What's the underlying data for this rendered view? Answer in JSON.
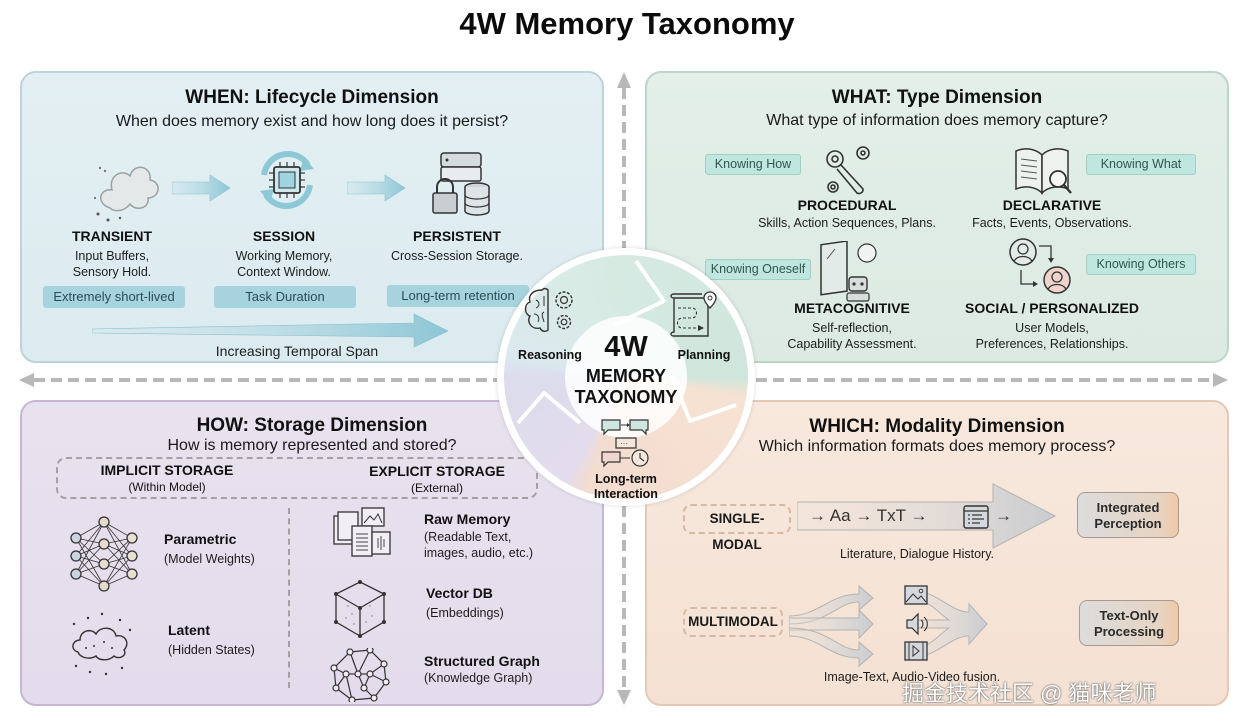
{
  "title": "4W Memory Taxonomy",
  "when": {
    "title": "WHEN: Lifecycle Dimension",
    "subtitle": "When does memory exist and how long does it persist?",
    "stages": [
      {
        "name": "TRANSIENT",
        "desc1": "Input Buffers,",
        "desc2": "Sensory Hold.",
        "tag": "Extremely short-lived",
        "icon": "smoke-cloud-icon"
      },
      {
        "name": "SESSION",
        "desc1": "Working Memory,",
        "desc2": "Context Window.",
        "tag": "Task Duration",
        "icon": "cpu-cycle-icon"
      },
      {
        "name": "PERSISTENT",
        "desc1": "Cross-Session Storage.",
        "desc2": "",
        "tag": "Long-term retention",
        "icon": "server-lock-database-icon"
      }
    ],
    "span_label": "Increasing Temporal Span"
  },
  "what": {
    "title": "WHAT: Type Dimension",
    "subtitle": "What type of information does memory capture?",
    "types": [
      {
        "name": "PROCEDURAL",
        "desc1": "Skills, Action Sequences, Plans.",
        "desc2": "",
        "tag": "Knowing How",
        "icon": "wrench-gears-icon"
      },
      {
        "name": "DECLARATIVE",
        "desc1": "Facts, Events, Observations.",
        "desc2": "",
        "tag": "Knowing What",
        "icon": "book-magnifier-icon"
      },
      {
        "name": "METACOGNITIVE",
        "desc1": "Self-reflection,",
        "desc2": "Capability Assessment.",
        "tag": "Knowing Oneself",
        "icon": "robot-mirror-icon"
      },
      {
        "name": "SOCIAL / PERSONALIZED",
        "desc1": "User Models,",
        "desc2": "Preferences, Relationships.",
        "tag": "Knowing Others",
        "icon": "people-exchange-icon"
      }
    ]
  },
  "how": {
    "title": "HOW: Storage Dimension",
    "subtitle": "How is memory represented and stored?",
    "implicit": {
      "title": "IMPLICIT STORAGE",
      "sub": "(Within Model)"
    },
    "explicit": {
      "title": "EXPLICIT STORAGE",
      "sub": "(External)"
    },
    "implicit_items": [
      {
        "name": "Parametric",
        "desc": "(Model Weights)",
        "icon": "neural-network-icon"
      },
      {
        "name": "Latent",
        "desc": "(Hidden States)",
        "icon": "latent-cloud-icon"
      }
    ],
    "explicit_items": [
      {
        "name": "Raw Memory",
        "desc1": "(Readable Text,",
        "desc2": "images, audio, etc.)",
        "icon": "documents-media-icon"
      },
      {
        "name": "Vector DB",
        "desc1": "(Embeddings)",
        "desc2": "",
        "icon": "vector-cube-icon"
      },
      {
        "name": "Structured Graph",
        "desc1": "(Knowledge Graph)",
        "desc2": "",
        "icon": "knowledge-graph-icon"
      }
    ]
  },
  "which": {
    "title": "WHICH: Modality Dimension",
    "subtitle": "Which information formats does memory process?",
    "single": {
      "label": "SINGLE-MODAL",
      "flow": [
        "Aa",
        "TxT"
      ],
      "caption": "Literature, Dialogue History.",
      "output1": "Integrated",
      "output2": "Perception"
    },
    "multi": {
      "label": "MULTIMODAL",
      "caption": "Image-Text, Audio-Video fusion.",
      "output1": "Text-Only",
      "output2": "Processing"
    }
  },
  "center": {
    "big": "4W",
    "line1": "MEMORY",
    "line2": "TAXONOMY",
    "segments": [
      {
        "label": "Reasoning",
        "icon": "brain-gears-icon"
      },
      {
        "label": "Planning",
        "icon": "map-route-icon"
      },
      {
        "label1": "Long-term",
        "label2": "Interaction",
        "icon": "chat-clock-icon"
      }
    ]
  },
  "watermark": "掘金技术社区 @ 猫咪老师"
}
